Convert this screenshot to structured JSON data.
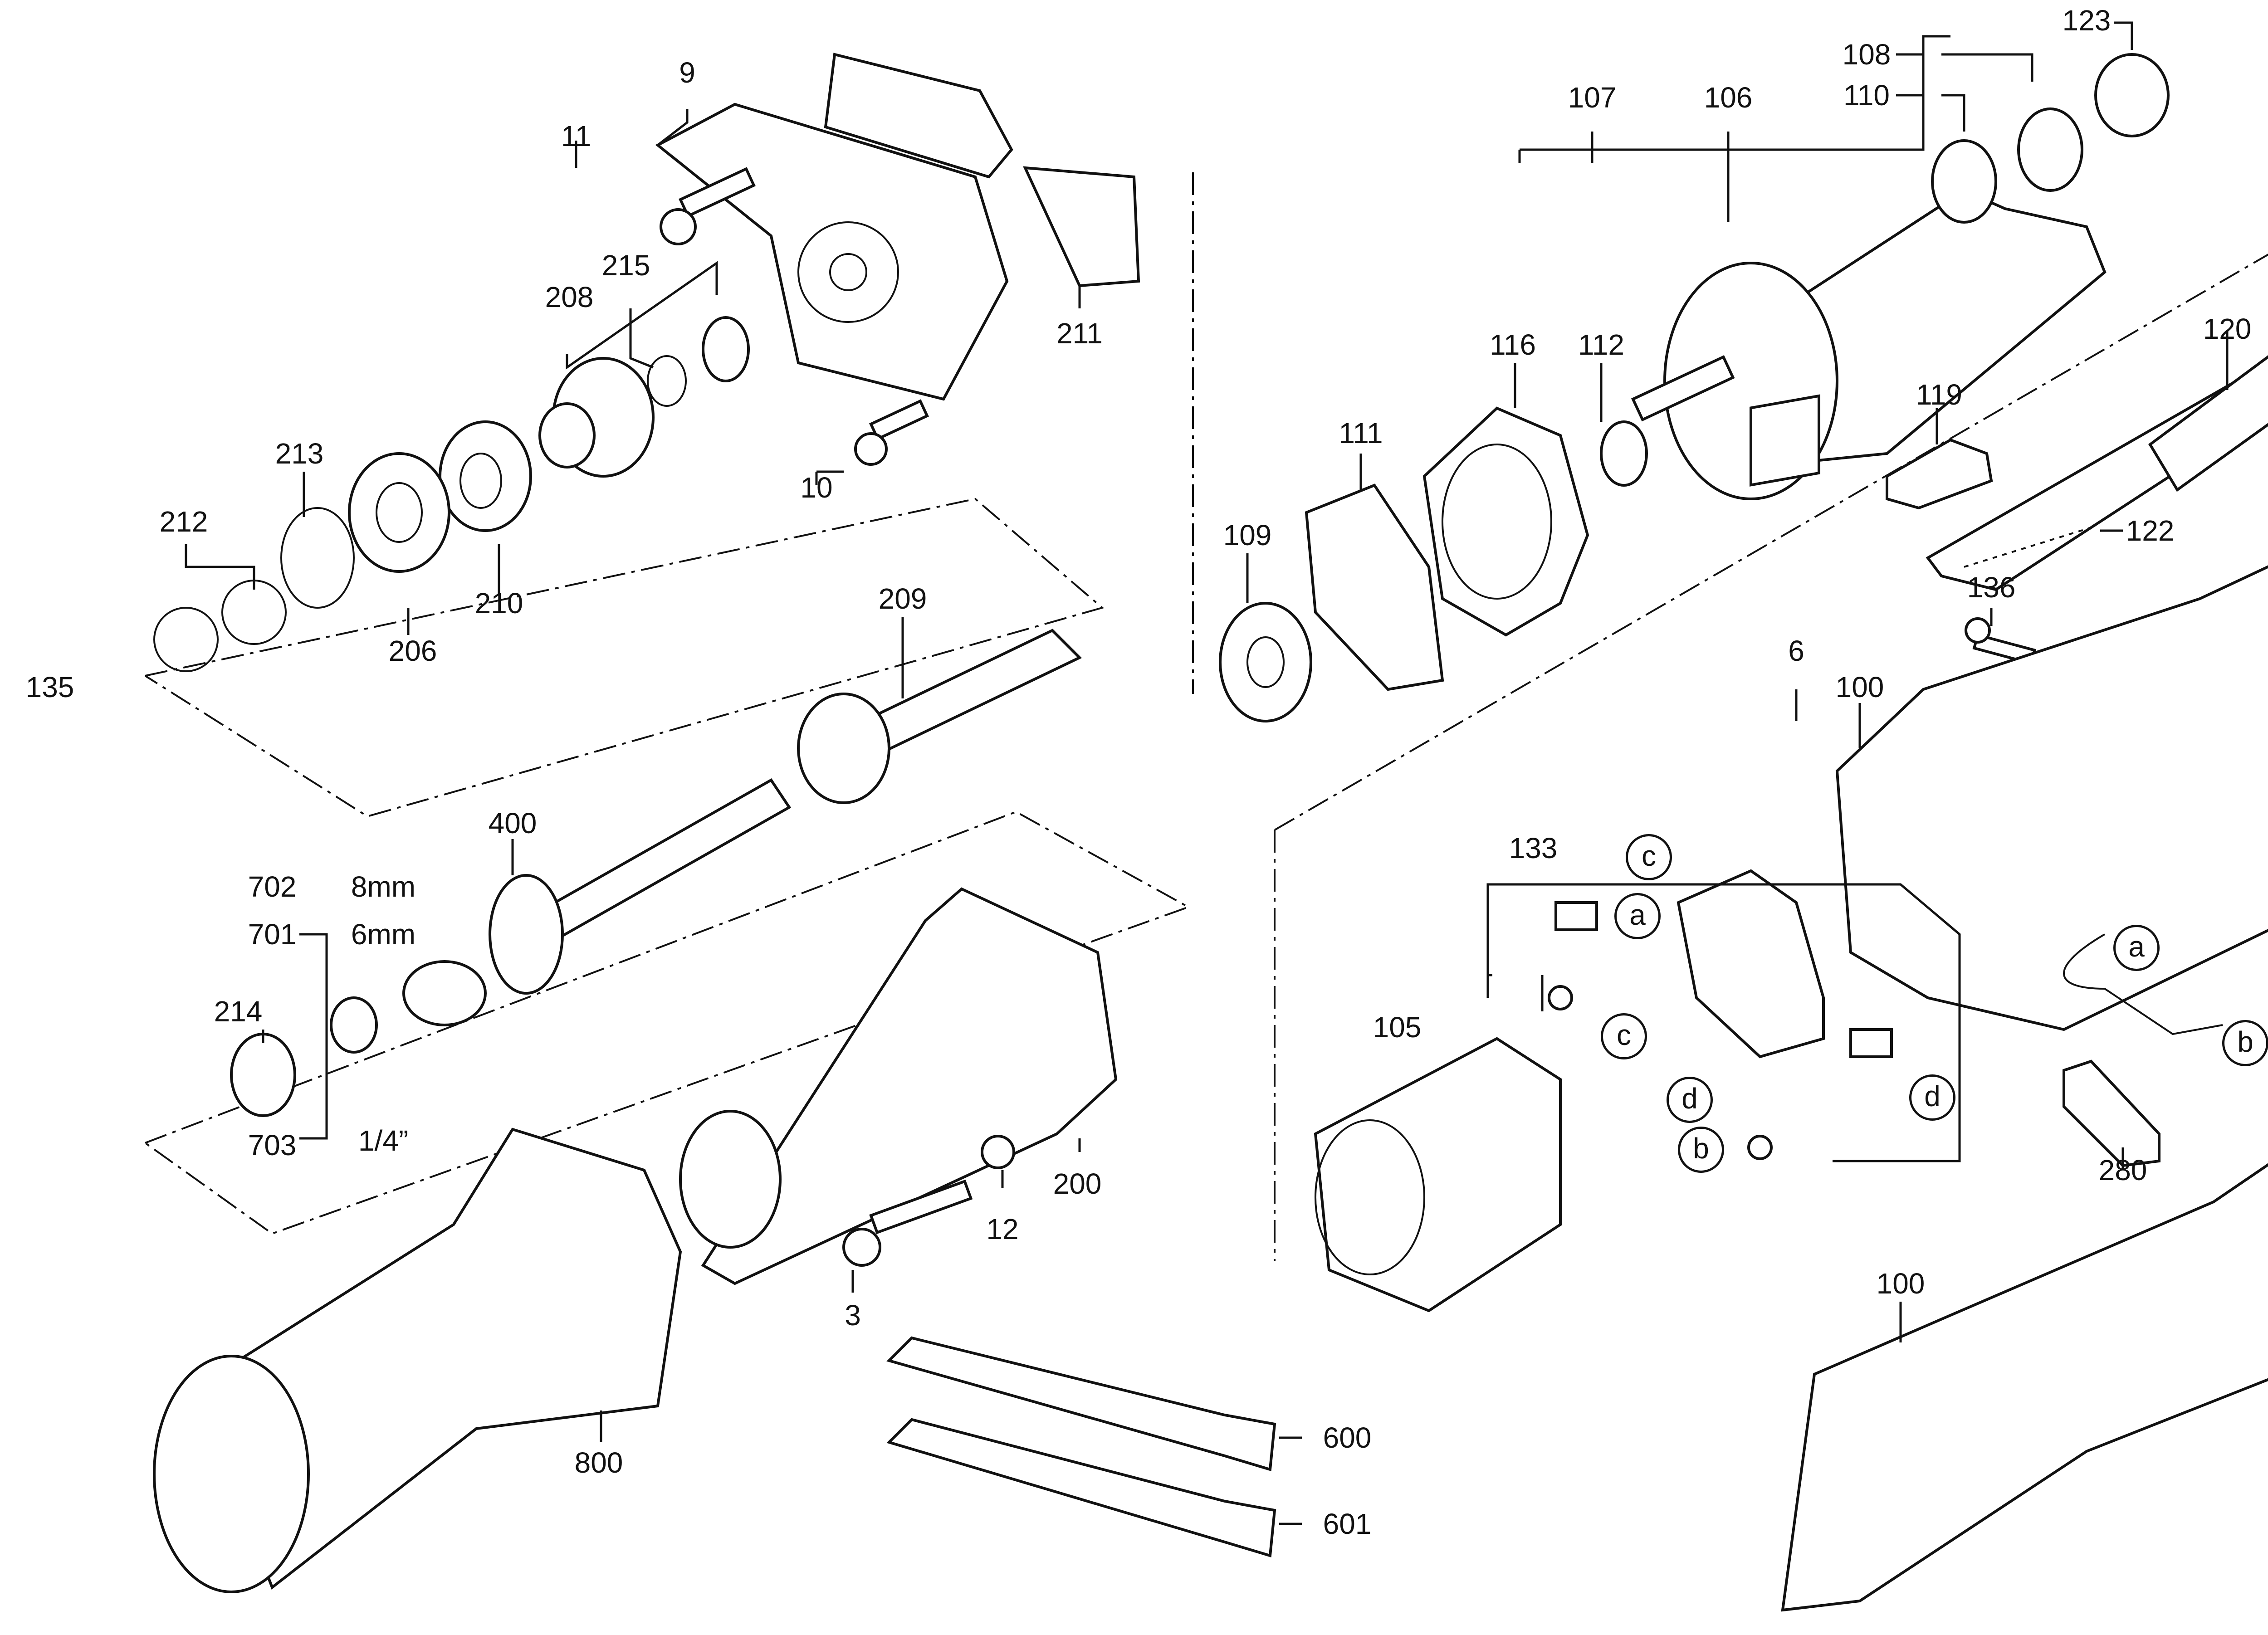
{
  "title": "Exploded parts diagram - straight die grinder",
  "labels": {
    "p9": "9",
    "p11": "11",
    "p10": "10",
    "p211": "211",
    "p215": "215",
    "p208": "208",
    "p213": "213",
    "p212": "212",
    "p206": "206",
    "p210": "210",
    "p209": "209",
    "p135": "135",
    "p400": "400",
    "p702": "702",
    "p701": "701",
    "mm8": "8mm",
    "mm6": "6mm",
    "p214": "214",
    "p703": "703",
    "in14": "1/4”",
    "p200": "200",
    "p12": "12",
    "p3": "3",
    "p800": "800",
    "p600": "600",
    "p601": "601",
    "p107": "107",
    "p106": "106",
    "p108": "108",
    "p110": "110",
    "p123": "123",
    "p116": "116",
    "p112": "112",
    "p111": "111",
    "p109": "109",
    "p120": "120",
    "p119": "119",
    "p122": "122",
    "p136": "136",
    "p6": "6",
    "p100a": "100",
    "p133": "133",
    "p105": "105",
    "p280": "280",
    "p100b": "100"
  },
  "callouts": {
    "c1": "c",
    "a1": "a",
    "c2": "c",
    "d1": "d",
    "d2": "d",
    "b1": "b",
    "a2": "a",
    "b2": "b"
  }
}
